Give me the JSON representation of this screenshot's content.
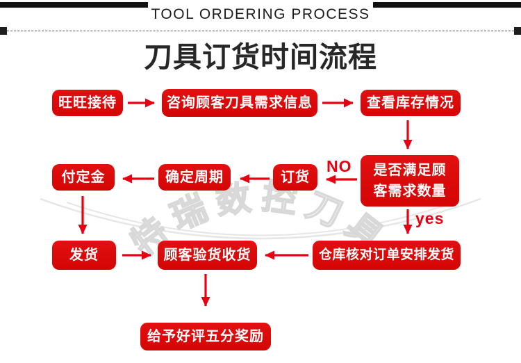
{
  "header": {
    "subtitle": "TOOL ORDERING PROCESS",
    "title": "刀具订货时间流程"
  },
  "flow": {
    "nodes": [
      {
        "id": "wangwang-reception",
        "label": "旺旺接待"
      },
      {
        "id": "consult-needs",
        "label": "咨询顾客刀具需求信息"
      },
      {
        "id": "check-stock",
        "label": "查看库存情况"
      },
      {
        "id": "stock-sufficient",
        "label": "是否满足顾客需求数量"
      },
      {
        "id": "place-order",
        "label": "订货"
      },
      {
        "id": "confirm-leadtime",
        "label": "确定周期"
      },
      {
        "id": "pay-deposit",
        "label": "付定金"
      },
      {
        "id": "ship-goods",
        "label": "发货"
      },
      {
        "id": "customer-inspect",
        "label": "顾客验货收货"
      },
      {
        "id": "warehouse-arrange",
        "label": "仓库核对订单安排发货"
      },
      {
        "id": "five-star-reward",
        "label": "给予好评五分奖励"
      }
    ],
    "labels": {
      "no": "NO",
      "yes": "yes"
    },
    "watermark": "特瑞数控刀具"
  },
  "colors": {
    "node_red": "#d40505",
    "arrow_red": "#e60012",
    "title_dark": "#272727",
    "watermark_gray": "#d8d8d8"
  }
}
